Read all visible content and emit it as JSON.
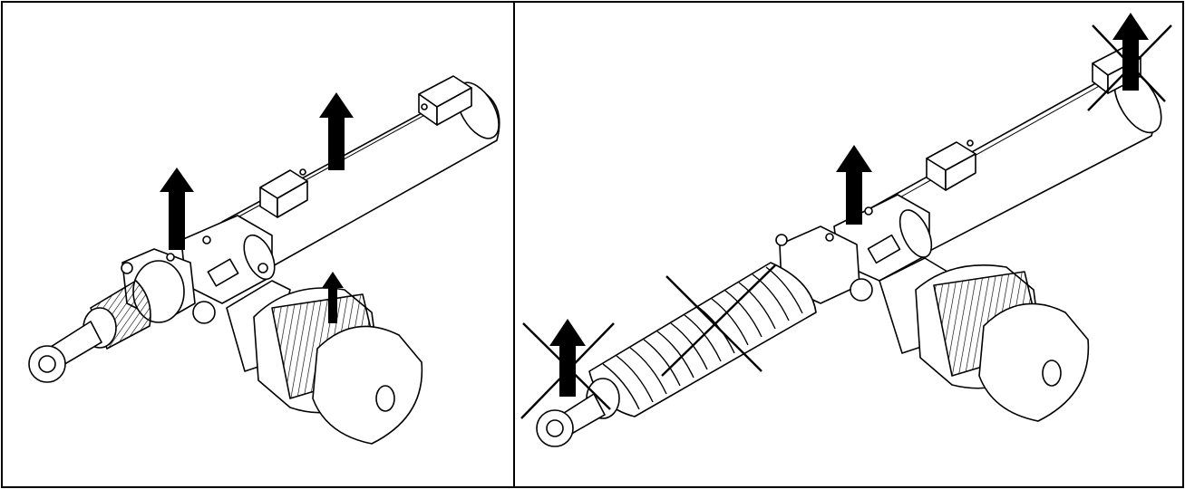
{
  "figure": {
    "panels": [
      {
        "id": "left",
        "subject": "linear-actuator-with-motor",
        "bellows": "short",
        "lift_arrows": 3,
        "crossed_arrows": 0
      },
      {
        "id": "right",
        "subject": "linear-actuator-with-motor",
        "bellows": "long",
        "lift_arrows": 1,
        "crossed_arrows": 2,
        "crossed_bellows": true
      }
    ],
    "colors": {
      "line": "#000000",
      "background": "#ffffff",
      "arrow": "#000000"
    }
  }
}
